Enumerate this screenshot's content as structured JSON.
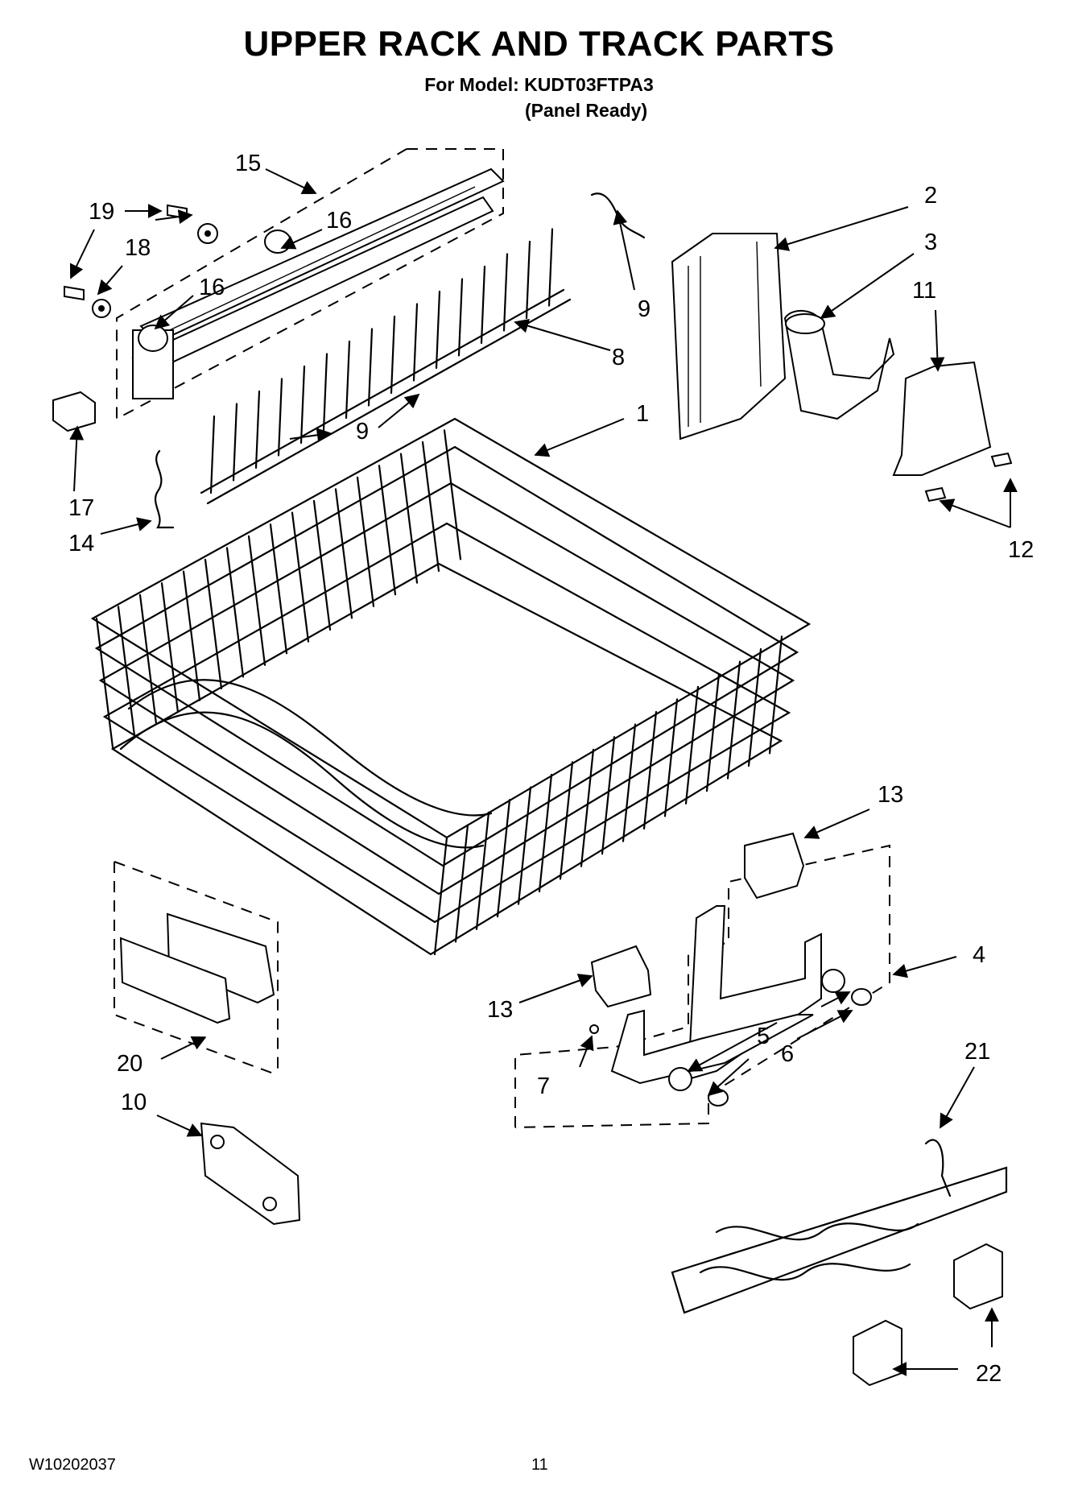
{
  "title": "UPPER RACK AND TRACK PARTS",
  "model_line": "For Model: KUDT03FTPA3",
  "variant_line": "(Panel Ready)",
  "footer": {
    "doc_number": "W10202037",
    "page_number": "11"
  },
  "callouts": {
    "c1": "1",
    "c2": "2",
    "c3": "3",
    "c4": "4",
    "c5": "5",
    "c6": "6",
    "c7": "7",
    "c8": "8",
    "c9a": "9",
    "c9b": "9",
    "c10": "10",
    "c11": "11",
    "c12": "12",
    "c13a": "13",
    "c13b": "13",
    "c14": "14",
    "c15": "15",
    "c16a": "16",
    "c16b": "16",
    "c17": "17",
    "c18": "18",
    "c19": "19",
    "c20": "20",
    "c21": "21",
    "c22": "22"
  }
}
